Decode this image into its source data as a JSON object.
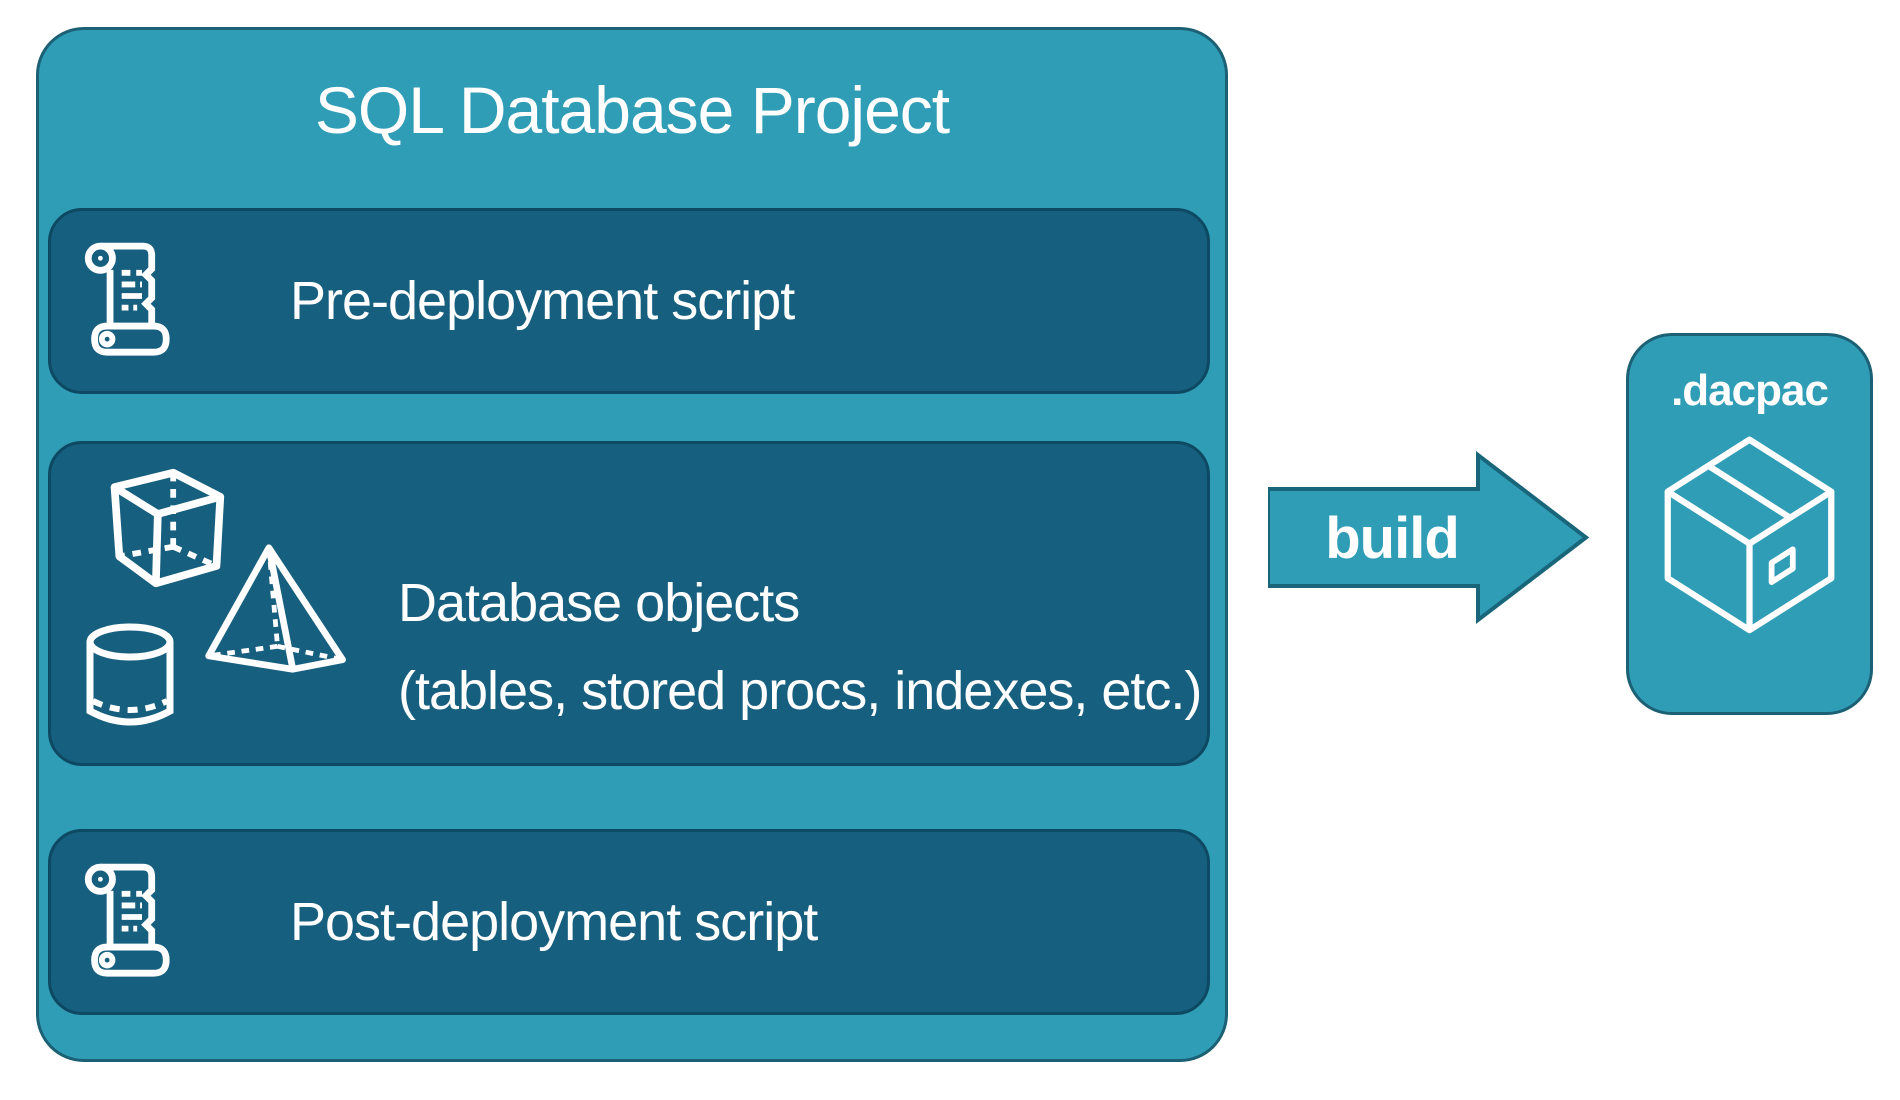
{
  "colors": {
    "teal": "#2F9DB6",
    "teal_border": "#1B6074",
    "dark_panel": "#175F7F",
    "dark_panel_border": "#0D4962",
    "text": "#FFFFFF",
    "page_background": "#FFFFFF"
  },
  "project": {
    "title": "SQL Database Project",
    "items": [
      {
        "id": "pre",
        "icon": "scroll-icon",
        "label": "Pre-deployment script"
      },
      {
        "id": "objects",
        "icon": "3d-shapes-icon",
        "label": "Database objects",
        "sublabel": "(tables, stored procs, indexes, etc.)"
      },
      {
        "id": "post",
        "icon": "scroll-icon",
        "label": "Post-deployment script"
      }
    ]
  },
  "arrow": {
    "label": "build"
  },
  "output": {
    "label": ".dacpac",
    "icon": "package-icon"
  }
}
